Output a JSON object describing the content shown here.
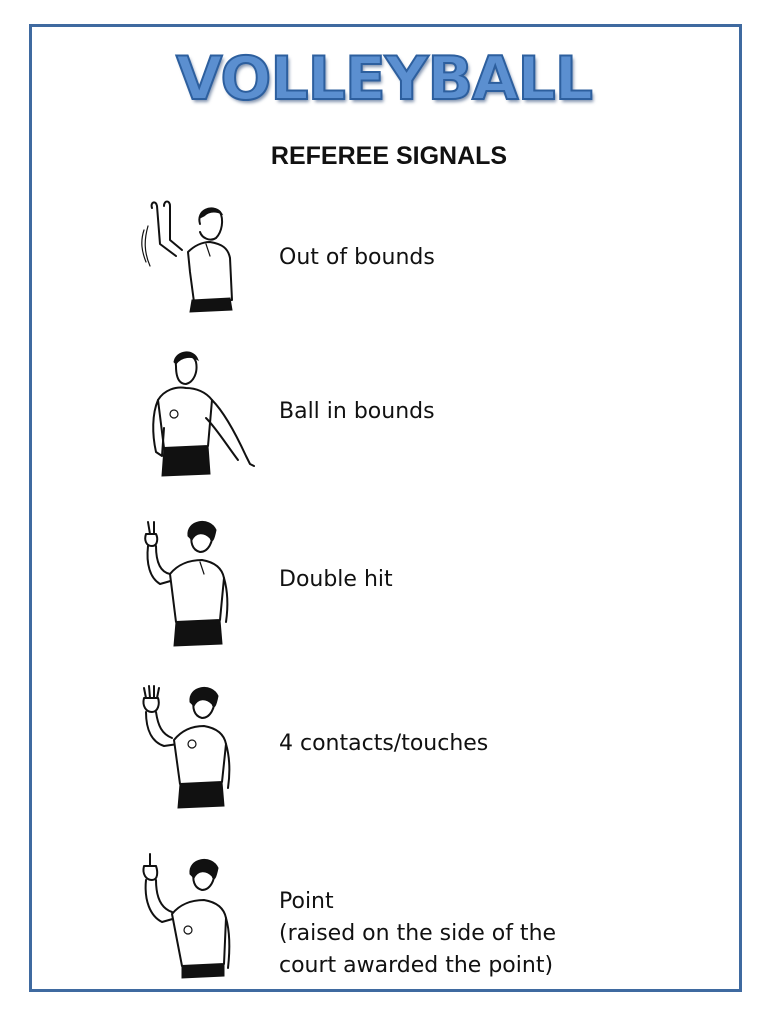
{
  "document": {
    "title": "VOLLEYBALL",
    "subtitle": "REFEREE SIGNALS",
    "signals": [
      {
        "label": "Out of bounds",
        "icon": "out-of-bounds-referee-icon"
      },
      {
        "label": "Ball in bounds",
        "icon": "ball-in-bounds-referee-icon"
      },
      {
        "label": "Double hit",
        "icon": "double-hit-referee-icon"
      },
      {
        "label": "4 contacts/touches",
        "icon": "four-contacts-referee-icon"
      },
      {
        "label": "Point\n(raised on the side of the\ncourt awarded the point)",
        "icon": "point-referee-icon"
      }
    ]
  },
  "colors": {
    "frame": "#3f6aa0",
    "title_fill": "#5b8fd0",
    "title_stroke": "#2d5f9e",
    "text": "#111111"
  }
}
